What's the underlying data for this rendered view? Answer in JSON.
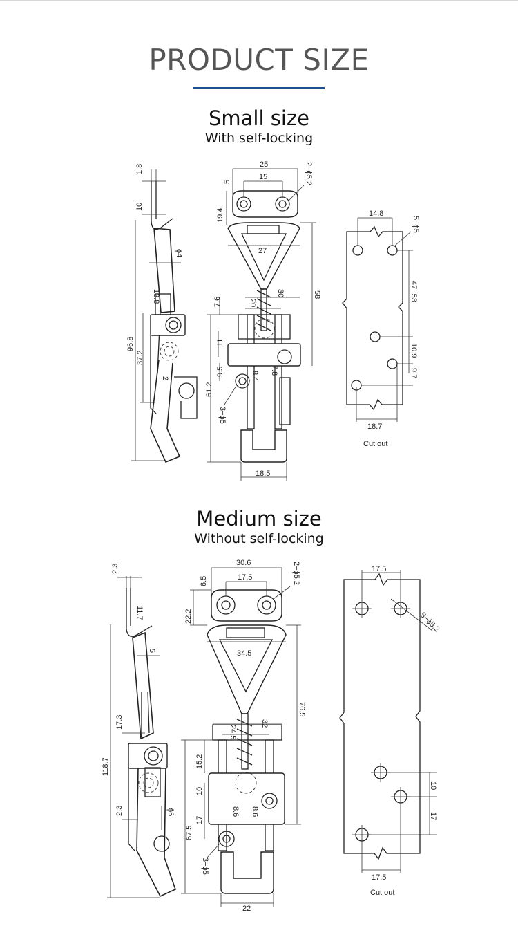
{
  "page": {
    "title": "PRODUCT SIZE",
    "accent_color": "#1d4f91"
  },
  "small": {
    "title": "Small size",
    "subtitle": "With self-locking",
    "side": {
      "d1": "1.8",
      "d2": "10",
      "d3": "ϕ4",
      "d4": "13.8",
      "d5": "96.8",
      "d6": "37.2",
      "d7": "2"
    },
    "front": {
      "w25": "25",
      "w15": "15",
      "holes": "2−ϕ5.2",
      "d5": "5",
      "h194": "19.4",
      "w27": "27",
      "w30": "30",
      "w20": "20",
      "h76": "7.6",
      "h58": "58",
      "h11": "11",
      "h95": "9.5",
      "d84": "8.4",
      "d78": "7.8",
      "h612": "61.2",
      "slot": "3−ϕ5",
      "w185": "18.5"
    },
    "cutout": {
      "w148": "14.8",
      "holes": "5−ϕ5",
      "h4753": "47−53",
      "h109": "10.9",
      "h97": "9.7",
      "w187": "18.7",
      "label": "Cut out"
    }
  },
  "medium": {
    "title": "Medium size",
    "subtitle": "Without self-locking",
    "side": {
      "d1": "2.3",
      "d2": "11.7",
      "d3": "5",
      "d4": "17.3",
      "d5": "118.7",
      "d6": "2.3",
      "d7": "ϕ6"
    },
    "front": {
      "w306": "30.6",
      "w175": "17.5",
      "holes": "2−ϕ5.2",
      "d65": "6.5",
      "h222": "22.2",
      "w345": "34.5",
      "h765": "76.5",
      "w32": "32",
      "w245": "24.5",
      "h152": "15.2",
      "h10": "10",
      "h17": "17",
      "d86a": "8.6",
      "d86b": "8.6",
      "h675": "67.5",
      "slot": "3−ϕ5",
      "w22": "22"
    },
    "cutout": {
      "w175top": "17.5",
      "holes": "5−ϕ5.2",
      "h10": "10",
      "h17": "17",
      "w175bot": "17.5",
      "label": "Cut out"
    }
  }
}
